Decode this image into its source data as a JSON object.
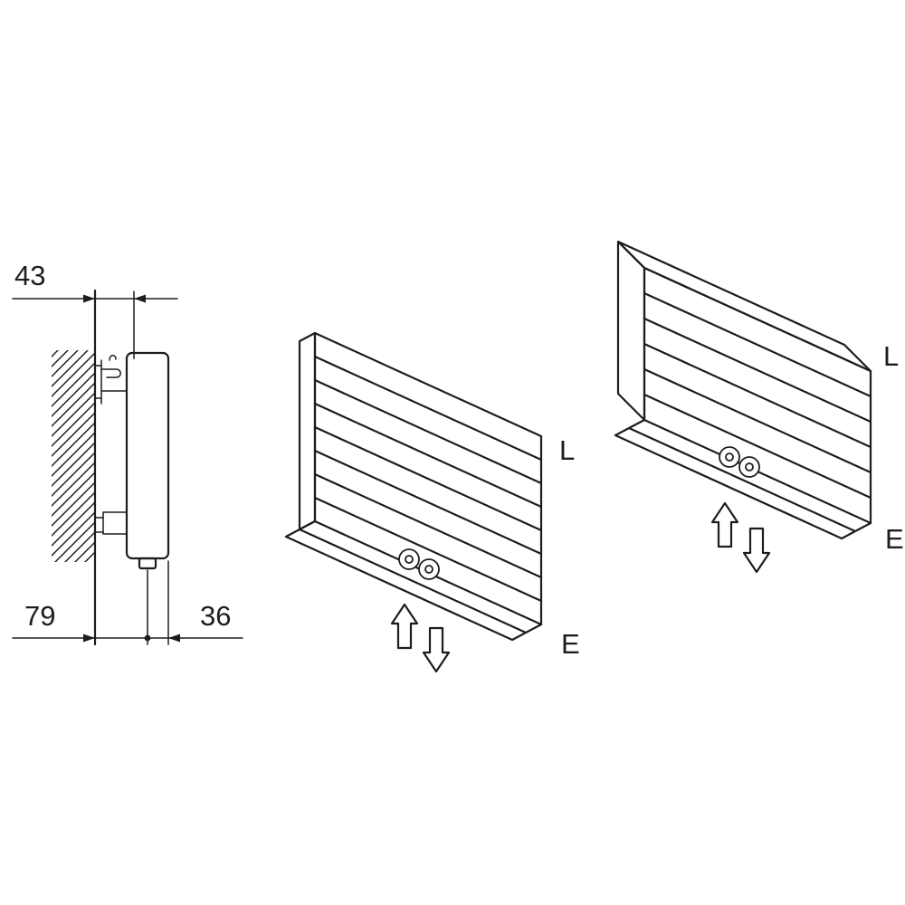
{
  "page": {
    "background_color": "#ffffff",
    "line_color": "#1d1d1b"
  },
  "side_view": {
    "dim_wall_to_panel": "43",
    "dim_wall_to_connection": "79",
    "dim_connection_to_front": "36"
  },
  "iso_view_left": {
    "label_l": "L",
    "label_e": "E"
  },
  "iso_view_right": {
    "label_l": "L",
    "label_e": "E"
  },
  "icons": {
    "up_arrow": "flow-up-arrow",
    "down_arrow": "flow-down-arrow",
    "connections": "pipe-connection-rings"
  }
}
